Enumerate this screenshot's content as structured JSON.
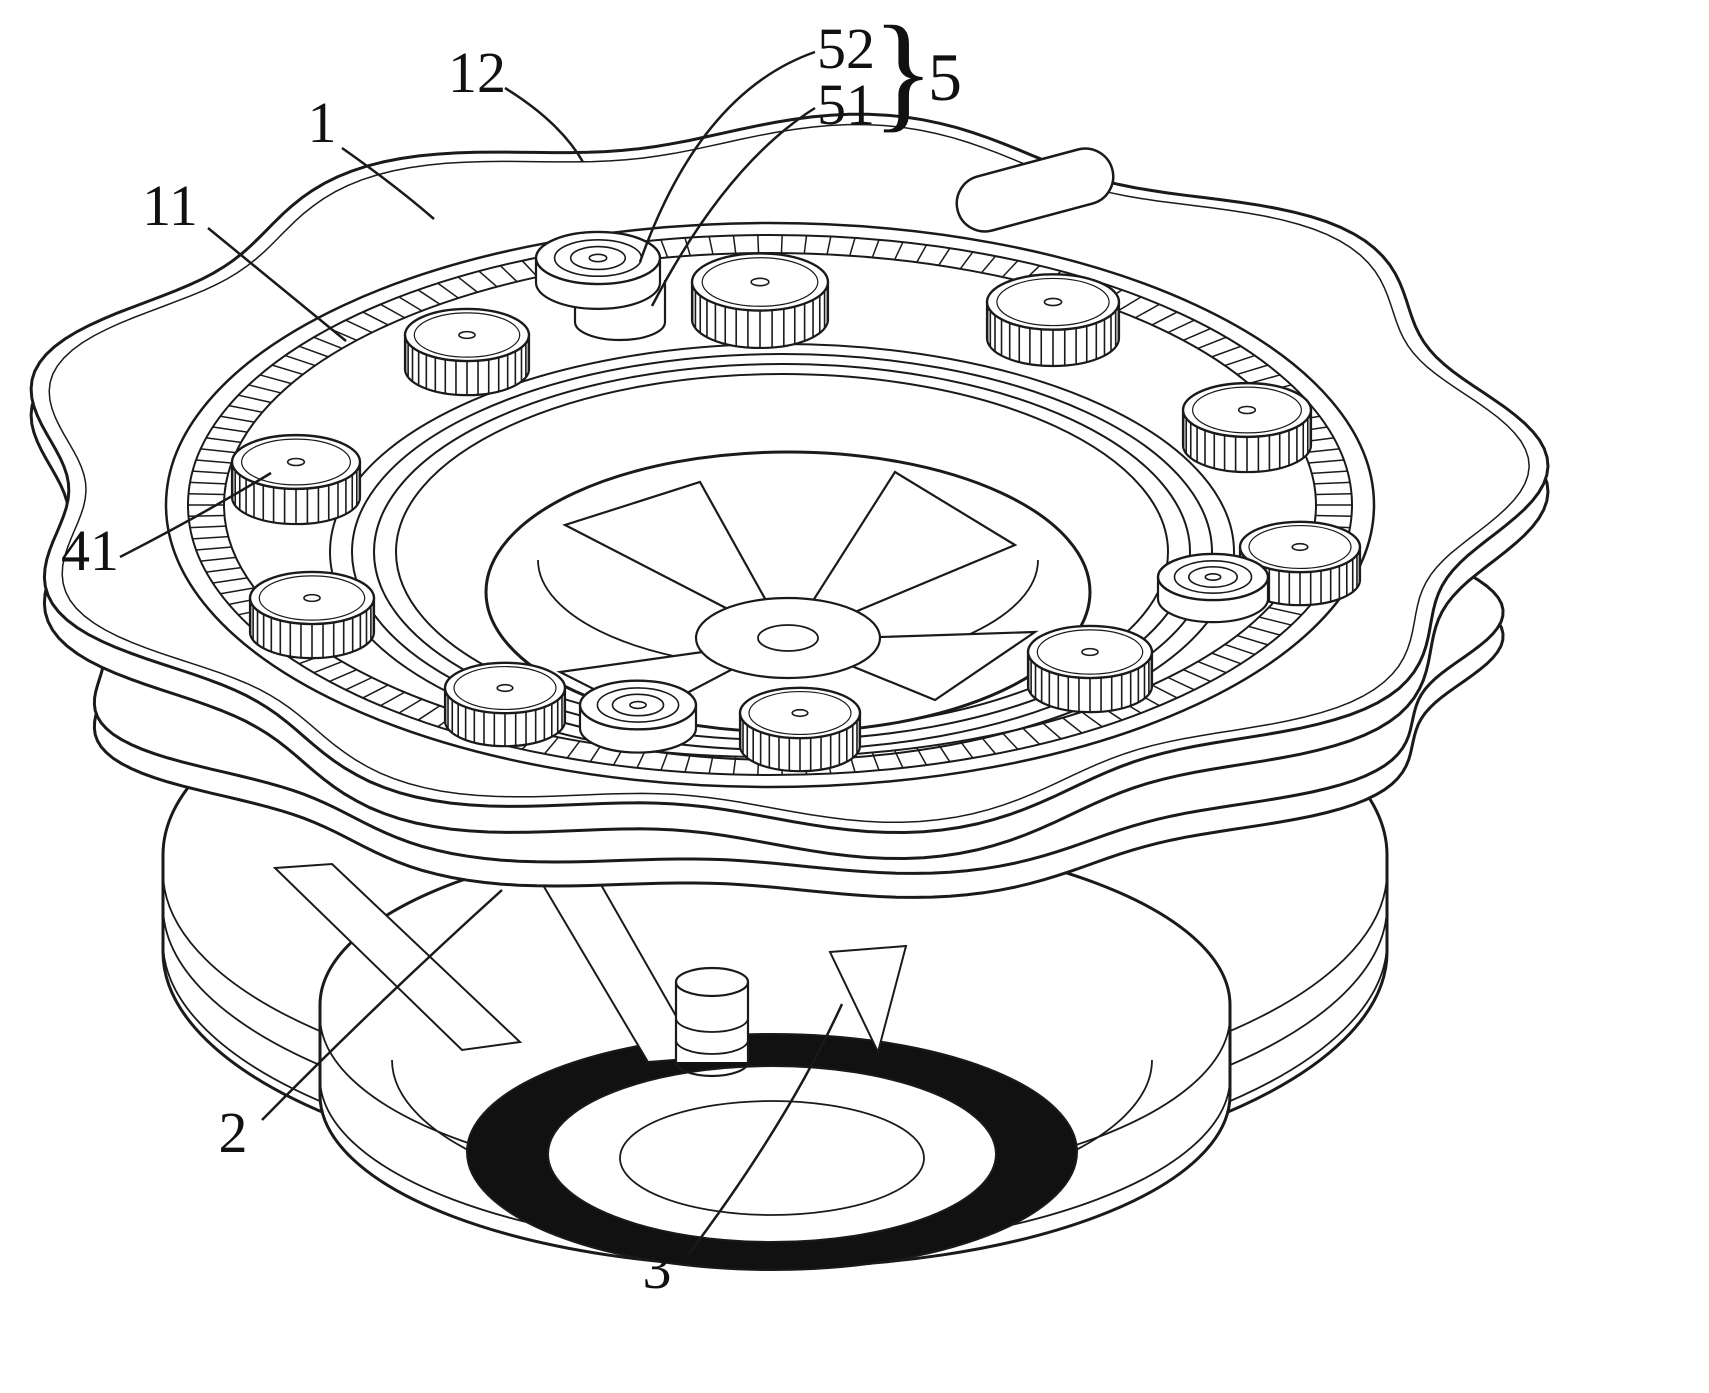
{
  "figure": {
    "colors": {
      "line": "#1a1a1a",
      "background": "#ffffff",
      "seal": "#111111"
    },
    "labels": {
      "l1": "1",
      "l2": "2",
      "l3": "3",
      "l5": "5",
      "l11": "11",
      "l12": "12",
      "l41": "41",
      "l51": "51",
      "l52": "52",
      "brace": "}"
    }
  }
}
